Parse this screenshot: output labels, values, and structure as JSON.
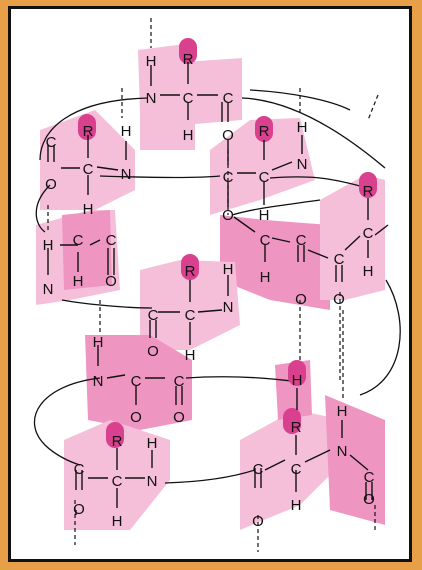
{
  "colors": {
    "background": "#e8a048",
    "frame": "#111111",
    "panel": "#ffffff",
    "plane_light": "#f6bfd9",
    "plane_mid": "#ef95c2",
    "r_group": "#d9418f",
    "ink": "#111111"
  },
  "atoms": {
    "carbon": "C",
    "nitrogen": "N",
    "oxygen": "O",
    "hydrogen": "H",
    "side_chain": "R"
  }
}
